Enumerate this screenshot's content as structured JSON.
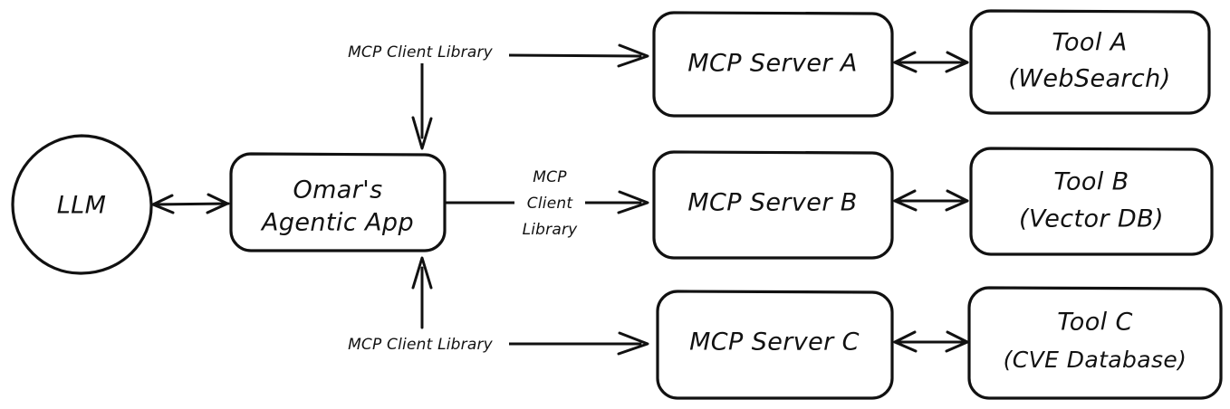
{
  "diagram": {
    "title": "MCP client-server tool architecture",
    "style": "hand-drawn sketch",
    "background_color": "#ffffff",
    "stroke_color": "#111111",
    "nodes": [
      {
        "id": "llm",
        "shape": "ellipse",
        "label": "LLM",
        "lines": [
          "LLM"
        ]
      },
      {
        "id": "agentic-app",
        "shape": "rounded-rect",
        "label": "Omar's Agentic App",
        "lines": [
          "Omar's",
          "Agentic App"
        ]
      },
      {
        "id": "mcp-server-a",
        "shape": "rounded-rect",
        "label": "MCP Server A",
        "lines": [
          "MCP Server A"
        ]
      },
      {
        "id": "mcp-server-b",
        "shape": "rounded-rect",
        "label": "MCP Server B",
        "lines": [
          "MCP Server B"
        ]
      },
      {
        "id": "mcp-server-c",
        "shape": "rounded-rect",
        "label": "MCP Server C",
        "lines": [
          "MCP Server C"
        ]
      },
      {
        "id": "tool-a",
        "shape": "rounded-rect",
        "label": "Tool A (WebSearch)",
        "lines": [
          "Tool A",
          "(WebSearch)"
        ]
      },
      {
        "id": "tool-b",
        "shape": "rounded-rect",
        "label": "Tool B (Vector DB)",
        "lines": [
          "Tool B",
          "(Vector DB)"
        ]
      },
      {
        "id": "tool-c",
        "shape": "rounded-rect",
        "label": "Tool C (CVE Database)",
        "lines": [
          "Tool C",
          "(CVE Database)"
        ]
      }
    ],
    "edges": [
      {
        "id": "llm-app",
        "from": "llm",
        "to": "agentic-app",
        "direction": "bidirectional",
        "label": ""
      },
      {
        "id": "app-server-a",
        "from": "agentic-app",
        "to": "mcp-server-a",
        "direction": "forward",
        "label": "MCP Client Library",
        "label_lines": [
          "MCP Client Library"
        ]
      },
      {
        "id": "app-server-b",
        "from": "agentic-app",
        "to": "mcp-server-b",
        "direction": "forward",
        "label": "MCP Client Library",
        "label_lines": [
          "MCP",
          "Client",
          "Library"
        ]
      },
      {
        "id": "app-server-c",
        "from": "agentic-app",
        "to": "mcp-server-c",
        "direction": "forward",
        "label": "MCP Client Library",
        "label_lines": [
          "MCP Client Library"
        ]
      },
      {
        "id": "server-a-tool-a",
        "from": "mcp-server-a",
        "to": "tool-a",
        "direction": "bidirectional",
        "label": ""
      },
      {
        "id": "server-b-tool-b",
        "from": "mcp-server-b",
        "to": "tool-b",
        "direction": "bidirectional",
        "label": ""
      },
      {
        "id": "server-c-tool-c",
        "from": "mcp-server-c",
        "to": "tool-c",
        "direction": "bidirectional",
        "label": ""
      }
    ],
    "labels": {
      "llm": "LLM",
      "app_line1": "Omar's",
      "app_line2": "Agentic App",
      "server_a": "MCP Server A",
      "server_b": "MCP Server B",
      "server_c": "MCP Server C",
      "tool_a_line1": "Tool A",
      "tool_a_line2": "(WebSearch)",
      "tool_b_line1": "Tool B",
      "tool_b_line2": "(Vector DB)",
      "tool_c_line1": "Tool C",
      "tool_c_line2": "(CVE Database)",
      "edge_top": "MCP Client Library",
      "edge_mid_line1": "MCP",
      "edge_mid_line2": "Client",
      "edge_mid_line3": "Library",
      "edge_bottom": "MCP Client Library"
    }
  }
}
